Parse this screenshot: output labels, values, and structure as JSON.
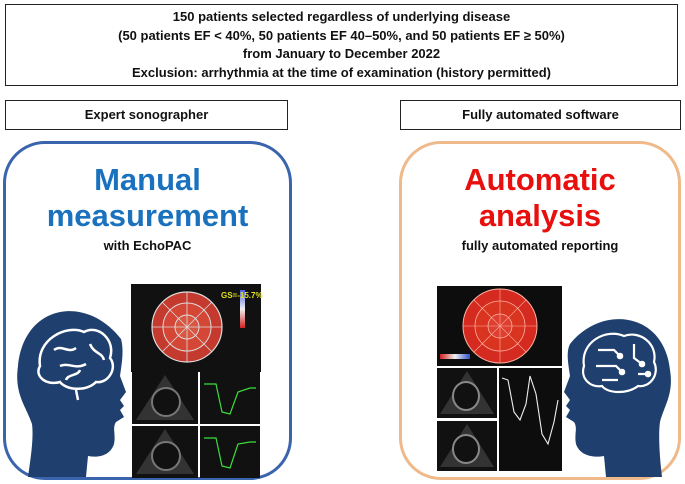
{
  "header": {
    "lines": [
      "150 patients selected regardless of underlying disease",
      "(50 patients EF < 40%, 50 patients EF 40–50%, and 50 patients EF ≥ 50%)",
      "from January to December 2022",
      "Exclusion: arrhythmia at the time of examination (history permitted)"
    ]
  },
  "left": {
    "label": "Expert sonographer",
    "title_line1": "Manual",
    "title_line2": "measurement",
    "subtitle": "with EchoPAC",
    "gs_readout": "GS=-15.7%",
    "title_color": "#1a72bf",
    "border_color": "#3b64ae"
  },
  "right": {
    "label": "Fully automated software",
    "title_line1": "Automatic",
    "title_line2": "analysis",
    "subtitle": "fully automated reporting",
    "title_color": "#e8100f",
    "border_color": "#efb98a"
  },
  "colors": {
    "head_fill": "#1f3f6e",
    "bullseye_red": "#d42a20"
  },
  "icons": [
    "brain-icon",
    "circuit-brain-icon",
    "bullseye-plot",
    "echo-image",
    "strain-curve"
  ]
}
